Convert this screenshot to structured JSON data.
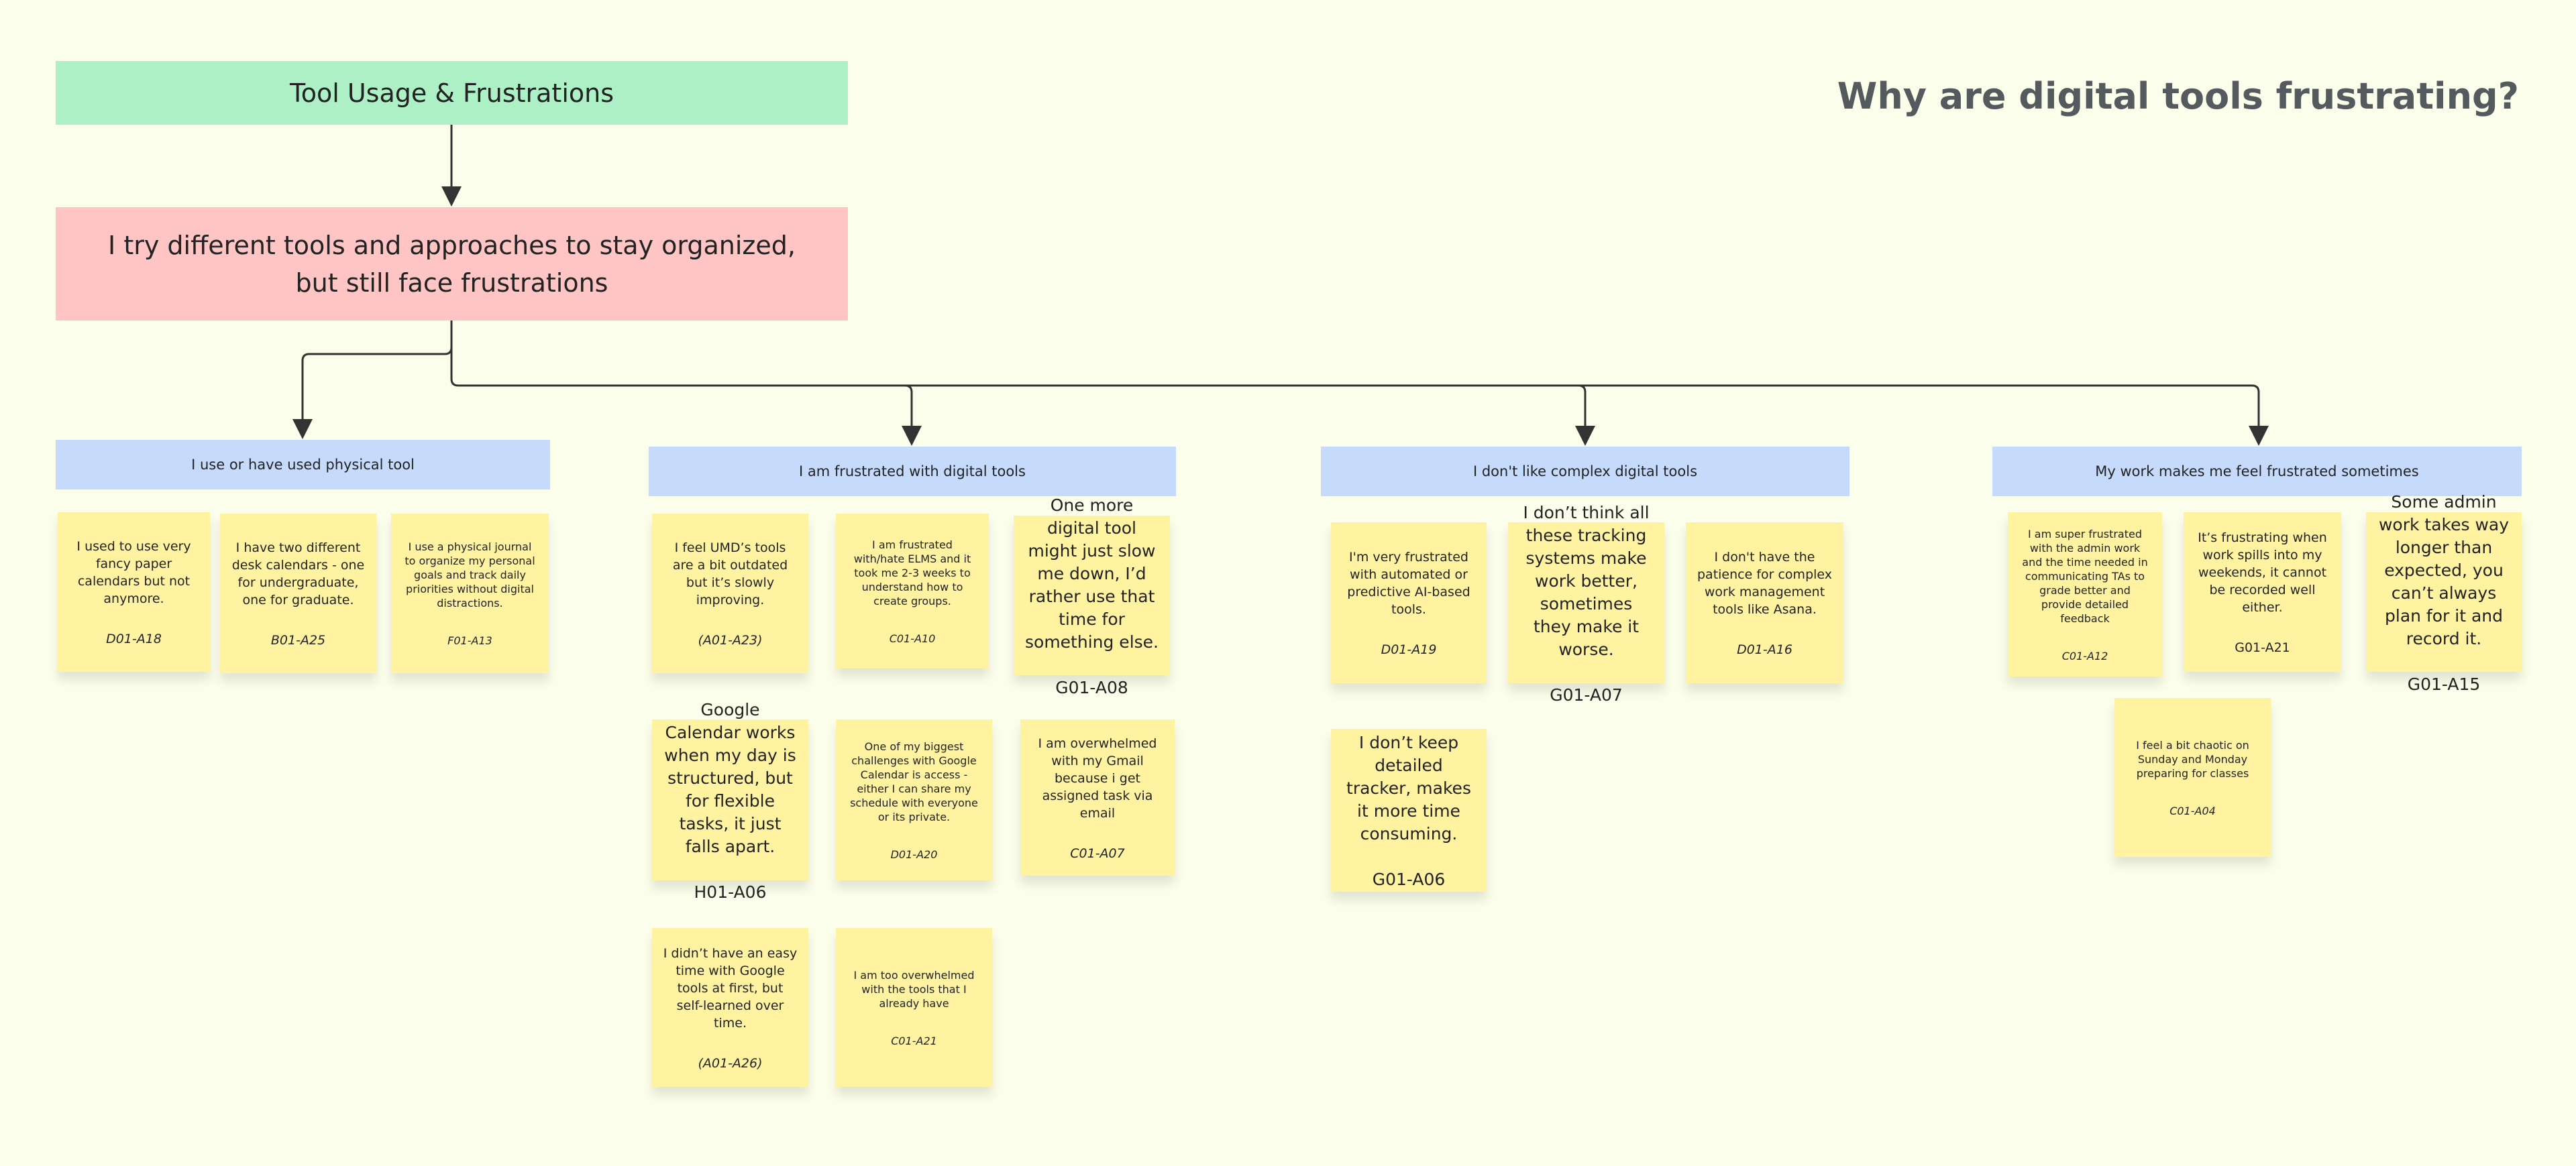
{
  "board_title": "Why are digital tools frustrating?",
  "root": "Tool Usage & Frustrations",
  "theme": "I try different tools and approaches to stay organized, but still face frustrations",
  "colors": {
    "root": "#aef0c6",
    "theme": "#ffc4c4",
    "category": "#c6dafc",
    "sticky": "#fff3a2",
    "background": "#fbfeea"
  },
  "categories": [
    {
      "label": "I use or have used physical tool",
      "notes": [
        {
          "text": "I used to use very fancy paper calendars but not anymore.",
          "id": "D01-A18"
        },
        {
          "text": "I have two different desk calendars - one for undergraduate, one for graduate.",
          "id": "B01-A25"
        },
        {
          "text": "I use a physical journal to organize my personal goals and track daily priorities without digital distractions.",
          "id": "F01-A13"
        }
      ]
    },
    {
      "label": "I am frustrated with digital tools",
      "notes": [
        {
          "text": "I feel UMD’s tools are a bit outdated but it’s slowly improving.",
          "id": "(A01-A23)"
        },
        {
          "text": "I am frustrated with/hate ELMS and it took me 2-3 weeks to understand how to create groups.",
          "id": "C01-A10"
        },
        {
          "text": "One more digital tool might just slow me down, I’d rather use that time for something else.",
          "id": "G01-A08"
        },
        {
          "text": "Google Calendar works when my day is structured, but for flexible tasks, it just falls apart.",
          "id": "H01-A06"
        },
        {
          "text": "One of my biggest challenges with Google Calendar is access - either I can share my schedule with everyone or its private.",
          "id": "D01-A20"
        },
        {
          "text": "I am overwhelmed with my Gmail because i get assigned task via email",
          "id": "C01-A07"
        },
        {
          "text": "I didn’t have an easy time with Google tools at first, but self-learned over time.",
          "id": "(A01-A26)"
        },
        {
          "text": "I am too overwhelmed with the tools that I already have",
          "id": "C01-A21"
        }
      ]
    },
    {
      "label": "I don't like complex digital tools",
      "notes": [
        {
          "text": "I'm very frustrated with automated or predictive AI-based tools.",
          "id": "D01-A19"
        },
        {
          "text": "I don’t think all these tracking systems make work better, sometimes they make it worse.",
          "id": "G01-A07"
        },
        {
          "text": "I don't have the patience for complex work management tools like Asana.",
          "id": "D01-A16"
        },
        {
          "text": "I don’t keep detailed tracker, makes it more time consuming.",
          "id": "G01-A06"
        }
      ]
    },
    {
      "label": "My work makes me feel frustrated sometimes",
      "notes": [
        {
          "text": "I am super frustrated with the admin work and the time needed in communicating TAs to grade better and provide detailed feedback",
          "id": "C01-A12"
        },
        {
          "text": "It’s frustrating when work spills into my weekends, it cannot be recorded well either.",
          "id": "G01-A21"
        },
        {
          "text": "Some admin work takes way longer than expected, you can’t always plan for it and record it.",
          "id": "G01-A15"
        },
        {
          "text": "I feel a bit chaotic on Sunday and Monday preparing for classes",
          "id": "C01-A04"
        }
      ]
    }
  ]
}
